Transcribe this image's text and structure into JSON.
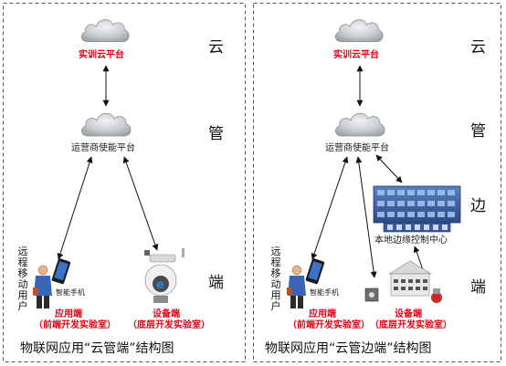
{
  "left_panel": {
    "top_cloud_label": "实训云平台",
    "mid_cloud_label": "运营商使能平台",
    "phone_label": "智能手机",
    "remote_user_label": "远程移动用户",
    "app_end_label": "应用端",
    "app_end_sub": "（前端开发实验室）",
    "device_end_label": "设备端",
    "device_end_sub": "（底层开发实验室）",
    "caption": "物联网应用“云管端”结构图"
  },
  "right_panel": {
    "top_cloud_label": "实训云平台",
    "mid_cloud_label": "运营商使能平台",
    "edge_center_label": "本地边缘控制中心",
    "phone_label": "智能手机",
    "remote_user_label": "远程移动用户",
    "app_end_label": "应用端",
    "app_end_sub": "（前端开发实验室）",
    "device_end_label": "设备端",
    "device_end_sub": "（底层开发实验室）",
    "caption": "物联网应用“云管边端”结构图"
  },
  "layer_labels_left": {
    "cloud": "云",
    "pipe": "管",
    "end": "端"
  },
  "layer_labels_right": {
    "cloud": "云",
    "pipe": "管",
    "edge": "边",
    "end": "端"
  },
  "colors": {
    "accent_red": "#e60012",
    "cloud_fill": "#c8ccd2",
    "border": "#555555"
  }
}
